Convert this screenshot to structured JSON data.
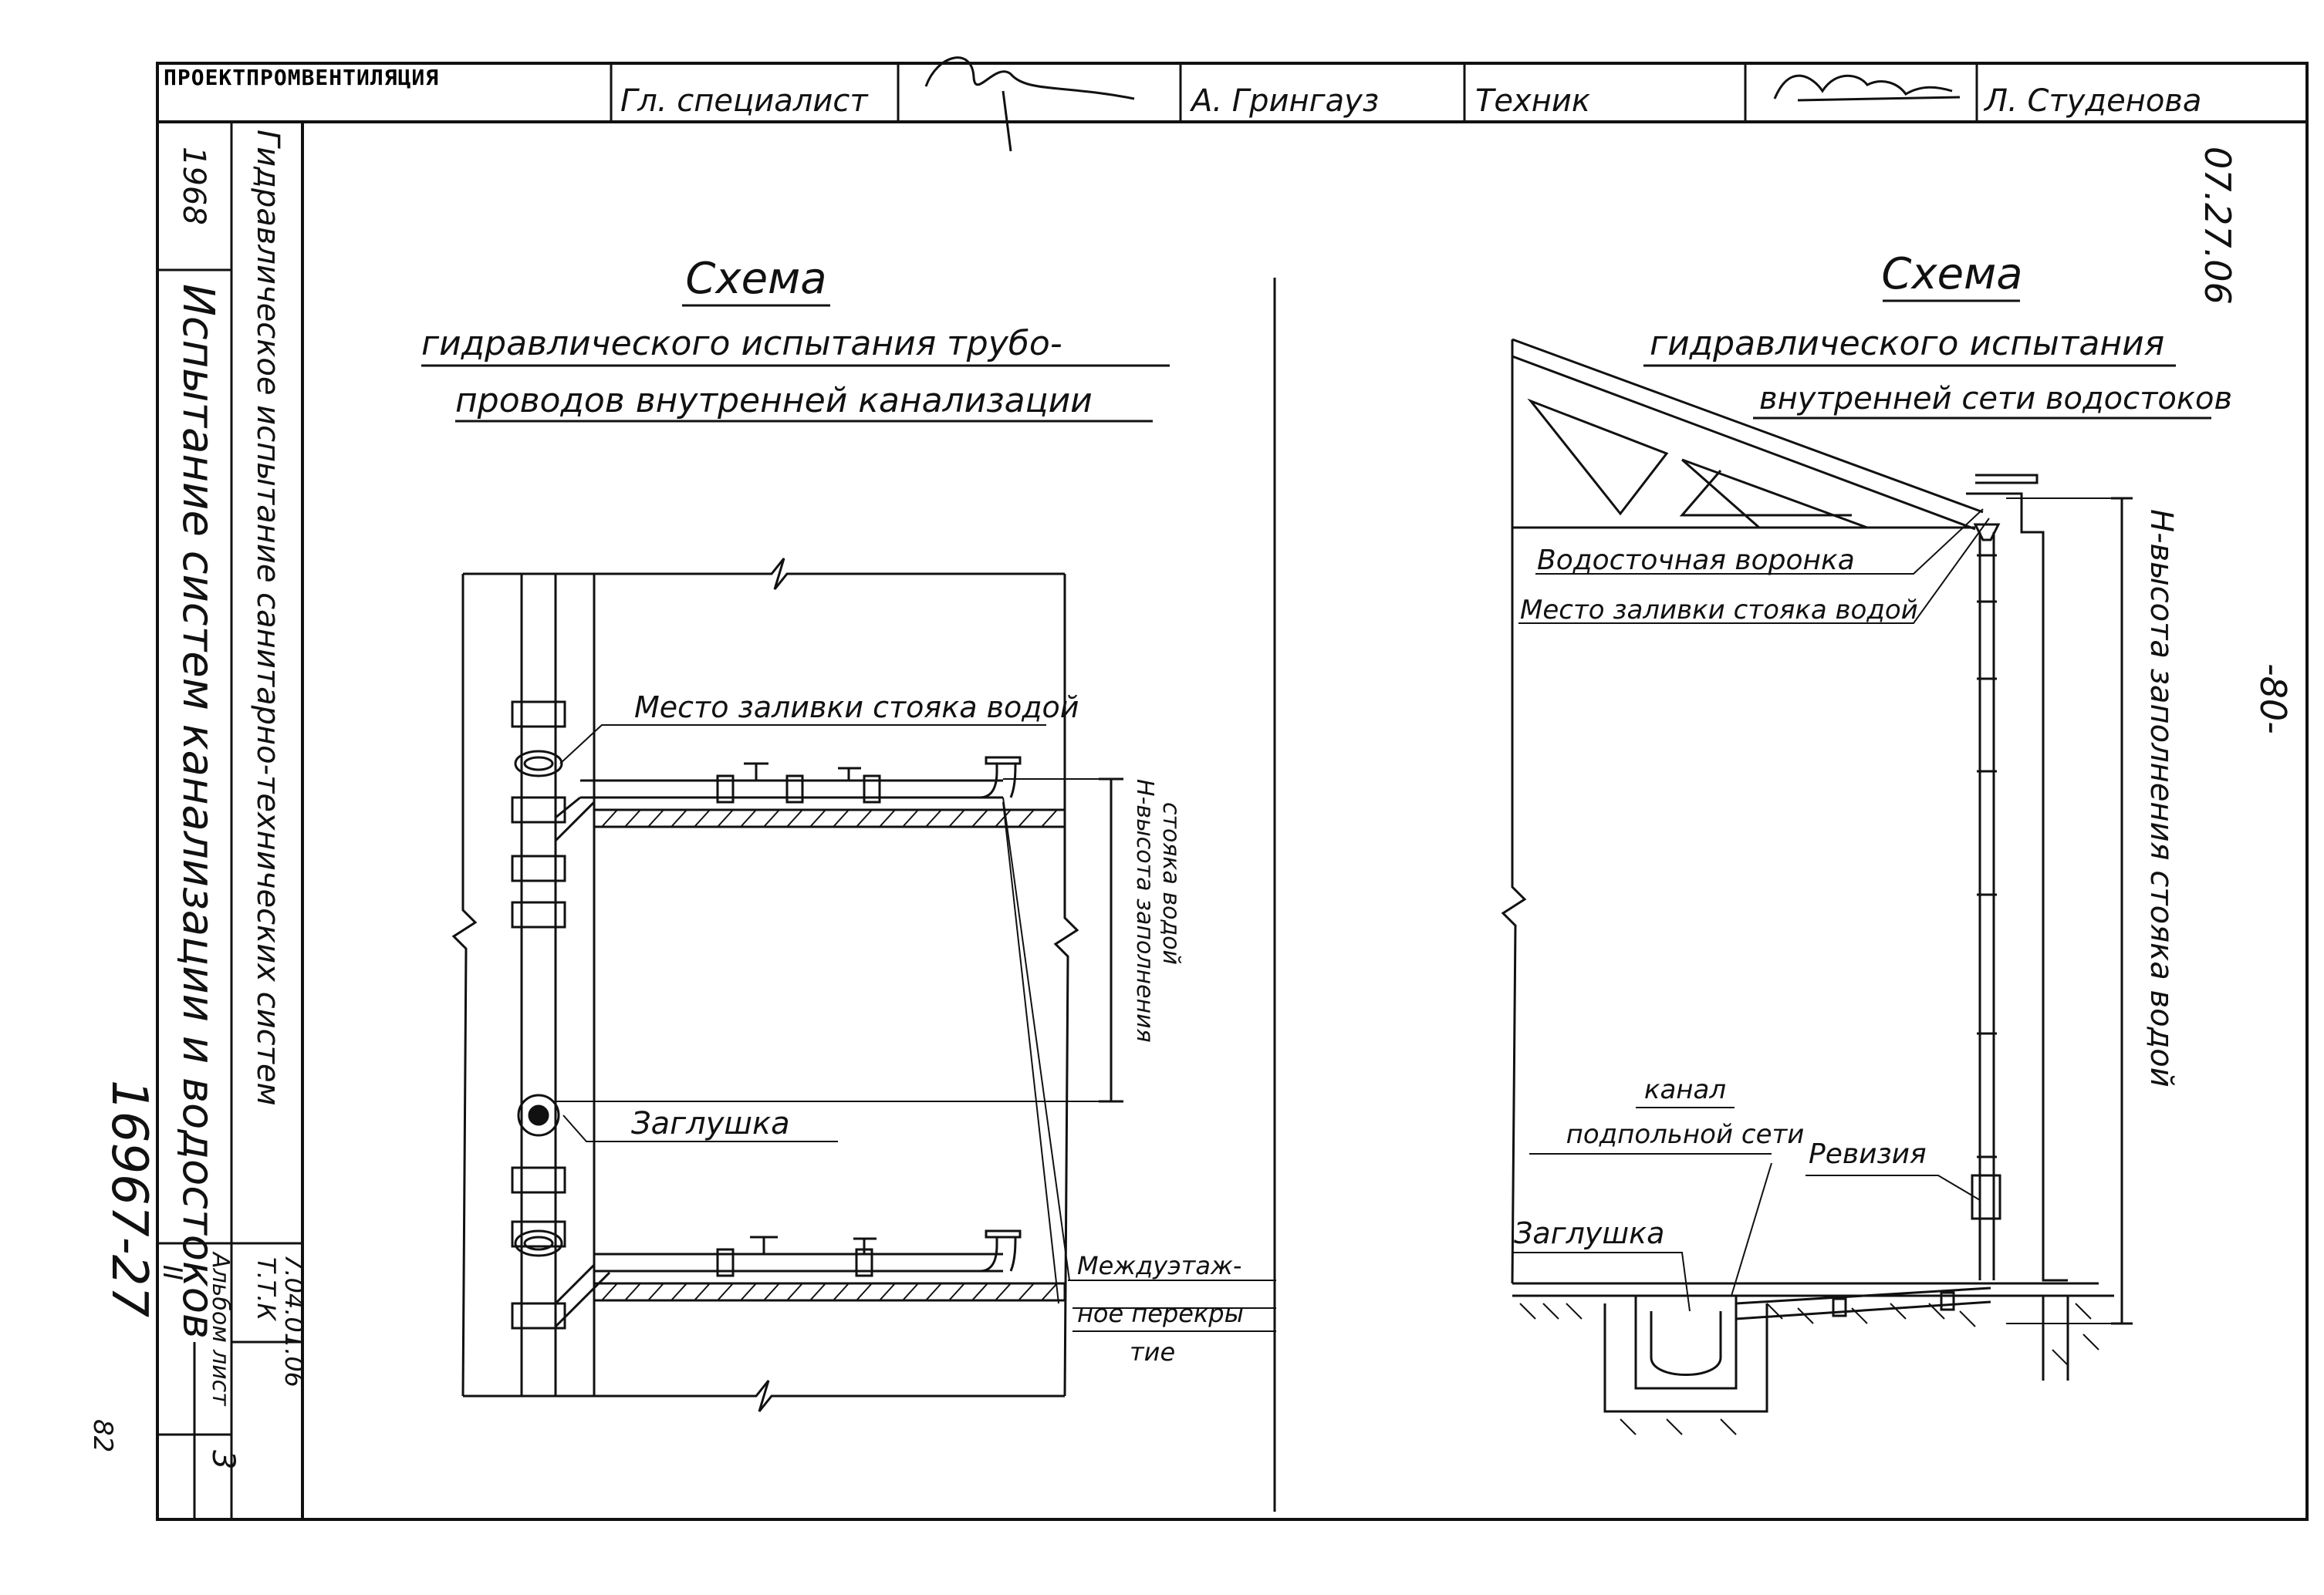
{
  "title_block": {
    "organization": "ПРОЕКТПРОМВЕНТИЛЯЦИЯ",
    "role_1": "Гл. специалист",
    "name_1": "А. Грингауз",
    "role_2": "Техник",
    "name_2": "Л. Студенова"
  },
  "side_block": {
    "year": "1968",
    "series_title": "Гидравлическое испытание санитарно-технических систем",
    "sheet_title": "Испытание систем канализации и водостоков",
    "code_line_1": "Т.Т.К",
    "code_line_2": "7.04.01.06",
    "album_label": "Альбом",
    "album_value": "II",
    "sheet_label": "лист",
    "sheet_value": "3"
  },
  "margin_notes": {
    "doc_code": "07.27.06",
    "page_number": "-80-",
    "inventory_number": "16967-27",
    "handwritten_mark": "82"
  },
  "left_scheme": {
    "title": "Схема",
    "subtitle_line_1": "гидравлического испытания трубо-",
    "subtitle_line_2": "проводов внутренней канализации",
    "label_fill_point": "Место заливки стояка водой",
    "label_height_line_1": "Н-высота заполнения",
    "label_height_line_2": "стояка водой",
    "label_plug": "Заглушка",
    "label_floor_line_1": "Междуэтаж-",
    "label_floor_line_2": "ное перекры",
    "label_floor_line_3": "тие"
  },
  "right_scheme": {
    "title": "Схема",
    "subtitle_line_1": "гидравлического испытания",
    "subtitle_line_2": "внутренней сети водостоков",
    "label_funnel": "Водосточная воронка",
    "label_fill_point": "Место заливки стояка водой",
    "label_height": "Н-высота заполнения стояка водой",
    "label_channel_line_1": "канал",
    "label_channel_line_2": "подпольной сети",
    "label_revision": "Ревизия",
    "label_plug": "Заглушка"
  }
}
